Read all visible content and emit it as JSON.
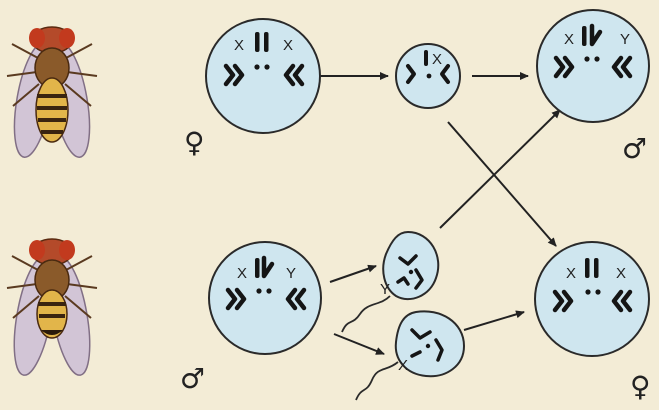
{
  "colors": {
    "background": "#f3ecd6",
    "cell_fill": "#cfe6ef",
    "cell_stroke": "#2a2a2a",
    "chromosome": "#151515",
    "fly_eye": "#c23a1e",
    "fly_body": "#8a5a2a",
    "fly_abdomen_band": "#e2b54a",
    "fly_wing": "#cdbfd6"
  },
  "flies": [
    {
      "sex": "female"
    },
    {
      "sex": "male"
    }
  ],
  "cells": {
    "female_parent": {
      "labels": [
        "X",
        "X"
      ],
      "sex_symbol": "♀"
    },
    "female_gamete": {
      "labels": [
        "X"
      ]
    },
    "male_parent": {
      "labels": [
        "X",
        "Y"
      ],
      "sex_symbol": "♂"
    },
    "sperm_y": {
      "labels": [
        "Y"
      ]
    },
    "sperm_x": {
      "labels": [
        "X"
      ]
    },
    "son": {
      "labels": [
        "X",
        "Y"
      ],
      "sex_symbol": "♂"
    },
    "daughter": {
      "labels": [
        "X",
        "X"
      ],
      "sex_symbol": "♀"
    }
  },
  "arrows": [
    {
      "from": "female_parent",
      "to": "female_gamete"
    },
    {
      "from": "female_gamete",
      "to": "son"
    },
    {
      "from": "female_gamete",
      "to": "daughter"
    },
    {
      "from": "male_parent",
      "to": "sperm_y"
    },
    {
      "from": "male_parent",
      "to": "sperm_x"
    },
    {
      "from": "sperm_y",
      "to": "son"
    },
    {
      "from": "sperm_x",
      "to": "daughter"
    }
  ],
  "icons": [
    "fruit-fly-female-icon",
    "fruit-fly-male-icon",
    "female-symbol-icon",
    "male-symbol-icon"
  ]
}
